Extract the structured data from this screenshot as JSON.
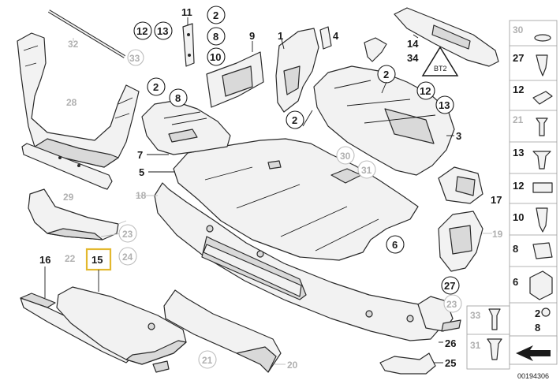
{
  "callouts": {
    "c1": "1",
    "c2a": "2",
    "c2b": "2",
    "c2c": "2",
    "c2d": "2",
    "c2e": "2",
    "c3": "3",
    "c4": "4",
    "c5": "5",
    "c6": "6",
    "c7": "7",
    "c8a": "8",
    "c8b": "8",
    "c8c": "8",
    "c9": "9",
    "c10a": "10",
    "c10b": "10",
    "c11": "11",
    "c12a": "12",
    "c12b": "12",
    "c12c": "12",
    "c13a": "13",
    "c13b": "13",
    "c13c": "13",
    "c14": "14",
    "c15": "15",
    "c16": "16",
    "c17": "17",
    "c18": "18",
    "c19": "19",
    "c20": "20",
    "c21": "21",
    "c21b": "21",
    "c22": "22",
    "c23": "23",
    "c23b": "23",
    "c24": "24",
    "c25": "25",
    "c26": "26",
    "c27a": "27",
    "c27b": "27",
    "c28": "28",
    "c29": "29",
    "c30a": "30",
    "c30b": "30",
    "c31a": "31",
    "c31b": "31",
    "c32": "32",
    "c33a": "33",
    "c33b": "33",
    "c34": "34"
  },
  "highlight_label": "15",
  "warning_label": "BT2",
  "diagram_code": "00194306"
}
